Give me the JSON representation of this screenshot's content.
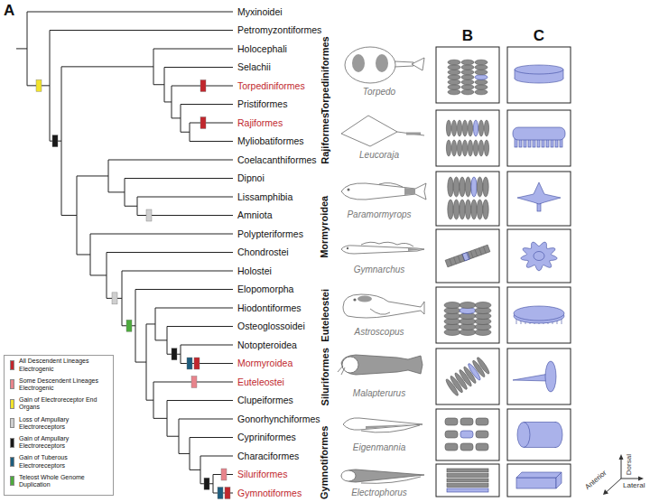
{
  "diagram": {
    "labels": [
      "A",
      "Myxinoidei",
      "Petromyzontiformes",
      "Holocephali",
      "Selachii",
      "Torpediniformes",
      "Pristiformes",
      "Rajiformes",
      "Myliobatiformes",
      "Coelacanthiformes",
      "Dipnoi",
      "Lissamphibia",
      "Amniota",
      "Polypteriformes",
      "Chondrostei",
      "Holostei",
      "Elopomorpha",
      "Hiodontiformes",
      "Osteoglossoidei",
      "Notopteroidea",
      "Mormyroidea",
      "Euteleostei",
      "Clupeiformes",
      "Gonorhynchiformes",
      "Cypriniformes",
      "Characiformes",
      "Siluriformes",
      "Gymnotiformes",
      "B",
      "C",
      "Torpediniformes",
      "Torpedo",
      "Rajiformes",
      "Leucoraja",
      "Mormyroidea",
      "Paramormyrops",
      "Gymnarchus",
      "Euteleostei",
      "Astroscopus",
      "Siluriformes",
      "Malapterurus",
      "Gymnotiformes",
      "Eigenmannia",
      "Electrophorus",
      "Dorsal",
      "Anterior",
      "Lateral"
    ],
    "legend": [
      {
        "text": "All Descendent Lineages Electrogenic",
        "color": "#c1272d"
      },
      {
        "text": "Some Descendent Lineages Electrogenic",
        "color": "#e8848c"
      },
      {
        "text": "Gain of Electroreceptor End Organs",
        "color": "#f2e32b"
      },
      {
        "text": "Loss of Ampullary Electroreceptors",
        "color": "#cfcfcf"
      },
      {
        "text": "Gain of Ampullary Electroreceptors",
        "color": "#1a1a1a"
      },
      {
        "text": "Gain of Tuberous Electroreceptors",
        "color": "#1d5d7e"
      },
      {
        "text": "Teleost Whole Genome Duplication",
        "color": "#4dab3d"
      }
    ]
  }
}
